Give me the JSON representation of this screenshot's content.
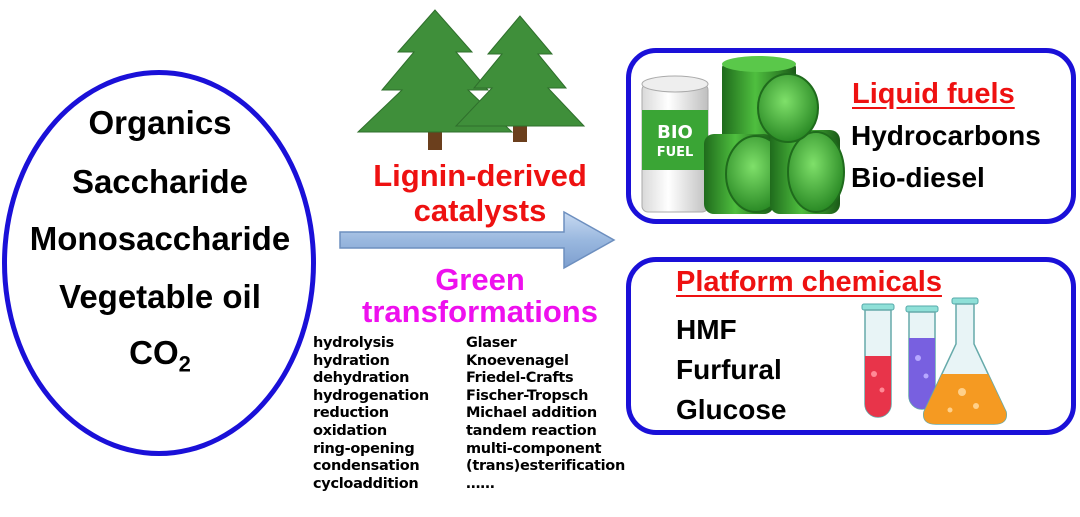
{
  "feedstocks": {
    "items": [
      "Organics",
      "Saccharide",
      "Monosaccharide",
      "Vegetable oil"
    ],
    "co2_base": "CO",
    "co2_sub": "2"
  },
  "center": {
    "catalyst_line1": "Lignin-derived",
    "catalyst_line2": "catalysts",
    "green_line1": "Green",
    "green_line2": "transformations",
    "reactions_left": [
      "hydrolysis",
      "hydration",
      "dehydration",
      "hydrogenation",
      "reduction",
      "oxidation",
      "ring-opening",
      "condensation",
      "cycloaddition"
    ],
    "reactions_right": [
      "Glaser",
      "Knoevenagel",
      "Friedel-Crafts",
      "Fischer-Tropsch",
      "Michael addition",
      "tandem reaction",
      "multi-component",
      "(trans)esterification",
      "……"
    ]
  },
  "liquid_fuels": {
    "title": "Liquid fuels",
    "items": [
      "Hydrocarbons",
      "Bio-diesel"
    ],
    "barrel_label_1": "BIO",
    "barrel_label_2": "FUEL"
  },
  "platform_chemicals": {
    "title": "Platform chemicals",
    "items": [
      "HMF",
      "Furfural",
      "Glucose"
    ]
  },
  "colors": {
    "border_blue": "#1a10d8",
    "title_red": "#ee1111",
    "green_magenta": "#ee10ee",
    "tree_green": "#3f8f3a",
    "arrow_blue": "#9ab8df"
  }
}
